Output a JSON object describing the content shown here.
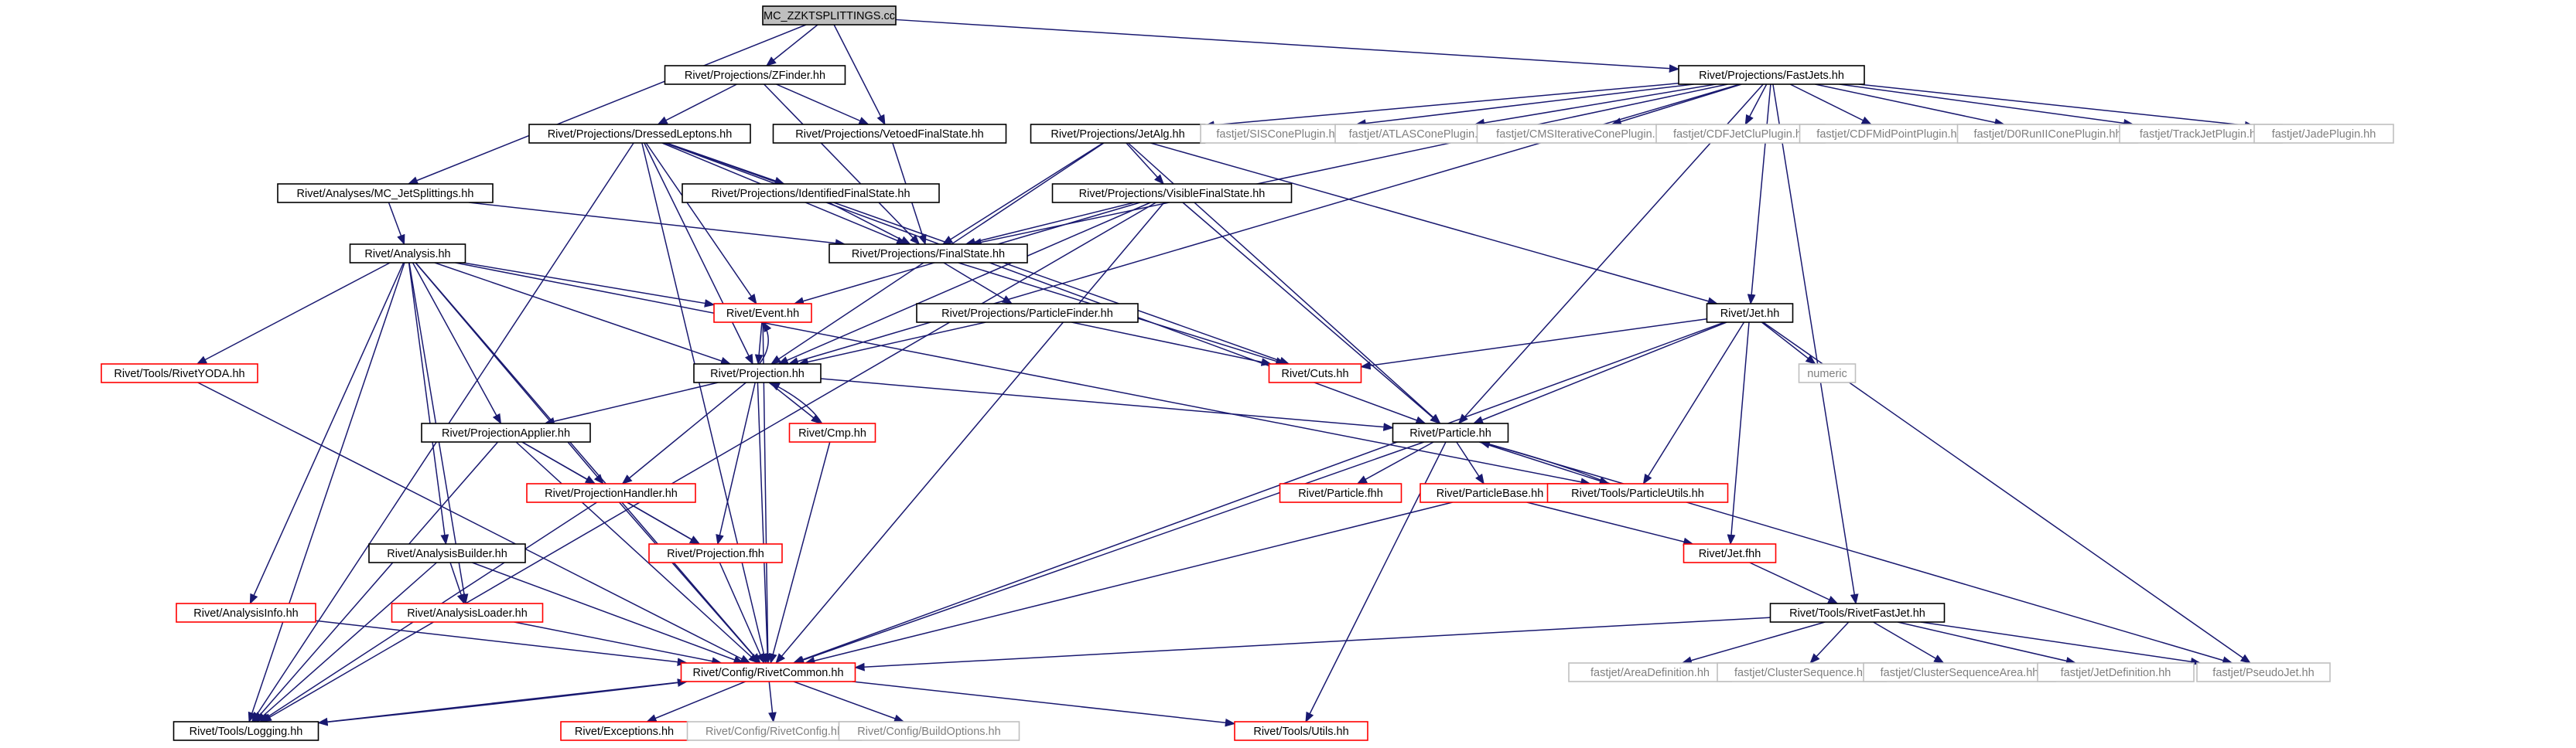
{
  "colors": {
    "edge": "#191970",
    "node_border": "#000000",
    "missing_border": "#bfbfbf",
    "red_border": "#ff0000",
    "root_fill": "#bfbfbf",
    "text": "#000000",
    "missing_text": "#7f7f7f"
  },
  "nodes": [
    {
      "id": "root",
      "label": "MC_ZZKTSPLITTINGS.cc",
      "kind": "root"
    },
    {
      "id": "zfinder",
      "label": "Rivet/Projections/ZFinder.hh",
      "kind": "normal"
    },
    {
      "id": "fastjets",
      "label": "Rivet/Projections/FastJets.hh",
      "kind": "normal"
    },
    {
      "id": "dressed",
      "label": "Rivet/Projections/DressedLeptons.hh",
      "kind": "normal"
    },
    {
      "id": "vetoed",
      "label": "Rivet/Projections/VetoedFinalState.hh",
      "kind": "normal"
    },
    {
      "id": "jetalg",
      "label": "Rivet/Projections/JetAlg.hh",
      "kind": "normal"
    },
    {
      "id": "siscone",
      "label": "fastjet/SISConePlugin.hh",
      "kind": "missing"
    },
    {
      "id": "atlascone",
      "label": "fastjet/ATLASConePlugin.hh",
      "kind": "missing"
    },
    {
      "id": "cmsiter",
      "label": "fastjet/CMSIterativeConePlugin.hh",
      "kind": "missing"
    },
    {
      "id": "cdfjetclu",
      "label": "fastjet/CDFJetCluPlugin.hh",
      "kind": "missing"
    },
    {
      "id": "cdfmid",
      "label": "fastjet/CDFMidPointPlugin.hh",
      "kind": "missing"
    },
    {
      "id": "d0run",
      "label": "fastjet/D0RunIIConePlugin.hh",
      "kind": "missing"
    },
    {
      "id": "trackjet",
      "label": "fastjet/TrackJetPlugin.hh",
      "kind": "missing"
    },
    {
      "id": "jade",
      "label": "fastjet/JadePlugin.hh",
      "kind": "missing"
    },
    {
      "id": "mcjets",
      "label": "Rivet/Analyses/MC_JetSplittings.hh",
      "kind": "normal"
    },
    {
      "id": "identified",
      "label": "Rivet/Projections/IdentifiedFinalState.hh",
      "kind": "normal"
    },
    {
      "id": "visible",
      "label": "Rivet/Projections/VisibleFinalState.hh",
      "kind": "normal"
    },
    {
      "id": "analysis",
      "label": "Rivet/Analysis.hh",
      "kind": "normal"
    },
    {
      "id": "finalstate",
      "label": "Rivet/Projections/FinalState.hh",
      "kind": "normal"
    },
    {
      "id": "event",
      "label": "Rivet/Event.hh",
      "kind": "red"
    },
    {
      "id": "pfinder",
      "label": "Rivet/Projections/ParticleFinder.hh",
      "kind": "normal"
    },
    {
      "id": "jet",
      "label": "Rivet/Jet.hh",
      "kind": "normal"
    },
    {
      "id": "yoda",
      "label": "Rivet/Tools/RivetYODA.hh",
      "kind": "red"
    },
    {
      "id": "projection",
      "label": "Rivet/Projection.hh",
      "kind": "normal"
    },
    {
      "id": "cuts",
      "label": "Rivet/Cuts.hh",
      "kind": "red"
    },
    {
      "id": "numeric",
      "label": "numeric",
      "kind": "missing"
    },
    {
      "id": "papplier",
      "label": "Rivet/ProjectionApplier.hh",
      "kind": "normal"
    },
    {
      "id": "cmp",
      "label": "Rivet/Cmp.hh",
      "kind": "red"
    },
    {
      "id": "particle",
      "label": "Rivet/Particle.hh",
      "kind": "normal"
    },
    {
      "id": "phandler",
      "label": "Rivet/ProjectionHandler.hh",
      "kind": "red"
    },
    {
      "id": "particlefhh",
      "label": "Rivet/Particle.fhh",
      "kind": "red"
    },
    {
      "id": "particlebase",
      "label": "Rivet/ParticleBase.hh",
      "kind": "red"
    },
    {
      "id": "putils",
      "label": "Rivet/Tools/ParticleUtils.hh",
      "kind": "red"
    },
    {
      "id": "abuilder",
      "label": "Rivet/AnalysisBuilder.hh",
      "kind": "normal"
    },
    {
      "id": "projfhh",
      "label": "Rivet/Projection.fhh",
      "kind": "red"
    },
    {
      "id": "jetfhh",
      "label": "Rivet/Jet.fhh",
      "kind": "red"
    },
    {
      "id": "ainfo",
      "label": "Rivet/AnalysisInfo.hh",
      "kind": "red"
    },
    {
      "id": "aloader",
      "label": "Rivet/AnalysisLoader.hh",
      "kind": "red"
    },
    {
      "id": "rfastjet",
      "label": "Rivet/Tools/RivetFastJet.hh",
      "kind": "normal"
    },
    {
      "id": "common",
      "label": "Rivet/Config/RivetCommon.hh",
      "kind": "red"
    },
    {
      "id": "areadef",
      "label": "fastjet/AreaDefinition.hh",
      "kind": "missing"
    },
    {
      "id": "clseq",
      "label": "fastjet/ClusterSequence.hh",
      "kind": "missing"
    },
    {
      "id": "clseqarea",
      "label": "fastjet/ClusterSequenceArea.hh",
      "kind": "missing"
    },
    {
      "id": "jetdef",
      "label": "fastjet/JetDefinition.hh",
      "kind": "missing"
    },
    {
      "id": "pseudojet",
      "label": "fastjet/PseudoJet.hh",
      "kind": "missing"
    },
    {
      "id": "logging",
      "label": "Rivet/Tools/Logging.hh",
      "kind": "normal"
    },
    {
      "id": "exceptions",
      "label": "Rivet/Exceptions.hh",
      "kind": "red"
    },
    {
      "id": "rconfig",
      "label": "Rivet/Config/RivetConfig.hh",
      "kind": "missing"
    },
    {
      "id": "buildopts",
      "label": "Rivet/Config/BuildOptions.hh",
      "kind": "missing"
    },
    {
      "id": "utils",
      "label": "Rivet/Tools/Utils.hh",
      "kind": "red"
    }
  ],
  "edges": [
    [
      "root",
      "zfinder"
    ],
    [
      "root",
      "fastjets"
    ],
    [
      "root",
      "vetoed"
    ],
    [
      "root",
      "mcjets"
    ],
    [
      "zfinder",
      "dressed"
    ],
    [
      "zfinder",
      "vetoed"
    ],
    [
      "zfinder",
      "finalstate"
    ],
    [
      "fastjets",
      "jetalg"
    ],
    [
      "fastjets",
      "siscone"
    ],
    [
      "fastjets",
      "atlascone"
    ],
    [
      "fastjets",
      "cmsiter"
    ],
    [
      "fastjets",
      "cdfjetclu"
    ],
    [
      "fastjets",
      "cdfmid"
    ],
    [
      "fastjets",
      "d0run"
    ],
    [
      "fastjets",
      "trackjet"
    ],
    [
      "fastjets",
      "jade"
    ],
    [
      "fastjets",
      "finalstate"
    ],
    [
      "fastjets",
      "projection"
    ],
    [
      "fastjets",
      "jet"
    ],
    [
      "fastjets",
      "particle"
    ],
    [
      "fastjets",
      "rfastjet"
    ],
    [
      "dressed",
      "identified"
    ],
    [
      "dressed",
      "finalstate"
    ],
    [
      "dressed",
      "event"
    ],
    [
      "dressed",
      "projection"
    ],
    [
      "dressed",
      "particle"
    ],
    [
      "dressed",
      "cuts"
    ],
    [
      "dressed",
      "common"
    ],
    [
      "dressed",
      "logging"
    ],
    [
      "vetoed",
      "finalstate"
    ],
    [
      "jetalg",
      "visible"
    ],
    [
      "jetalg",
      "finalstate"
    ],
    [
      "jetalg",
      "jet"
    ],
    [
      "jetalg",
      "projection"
    ],
    [
      "jetalg",
      "particle"
    ],
    [
      "mcjets",
      "analysis"
    ],
    [
      "mcjets",
      "finalstate"
    ],
    [
      "identified",
      "finalstate"
    ],
    [
      "visible",
      "finalstate"
    ],
    [
      "visible",
      "event"
    ],
    [
      "visible",
      "projection"
    ],
    [
      "visible",
      "particle"
    ],
    [
      "visible",
      "common"
    ],
    [
      "visible",
      "logging"
    ],
    [
      "analysis",
      "event"
    ],
    [
      "analysis",
      "projection"
    ],
    [
      "analysis",
      "yoda"
    ],
    [
      "analysis",
      "papplier"
    ],
    [
      "analysis",
      "phandler"
    ],
    [
      "analysis",
      "abuilder"
    ],
    [
      "analysis",
      "ainfo"
    ],
    [
      "analysis",
      "aloader"
    ],
    [
      "analysis",
      "common"
    ],
    [
      "analysis",
      "logging"
    ],
    [
      "analysis",
      "putils"
    ],
    [
      "finalstate",
      "pfinder"
    ],
    [
      "finalstate",
      "cuts"
    ],
    [
      "pfinder",
      "projection"
    ],
    [
      "pfinder",
      "cuts"
    ],
    [
      "event",
      "projection"
    ],
    [
      "event",
      "common"
    ],
    [
      "projection",
      "event"
    ],
    [
      "projection",
      "papplier"
    ],
    [
      "projection",
      "cmp"
    ],
    [
      "projection",
      "phandler"
    ],
    [
      "projection",
      "projfhh"
    ],
    [
      "projection",
      "particle"
    ],
    [
      "projection",
      "common"
    ],
    [
      "cmp",
      "projection"
    ],
    [
      "cmp",
      "common"
    ],
    [
      "jet",
      "cuts"
    ],
    [
      "jet",
      "numeric"
    ],
    [
      "jet",
      "particle"
    ],
    [
      "jet",
      "putils"
    ],
    [
      "jet",
      "jetfhh"
    ],
    [
      "jet",
      "pseudojet"
    ],
    [
      "jet",
      "common"
    ],
    [
      "papplier",
      "phandler"
    ],
    [
      "papplier",
      "projfhh"
    ],
    [
      "papplier",
      "common"
    ],
    [
      "papplier",
      "logging"
    ],
    [
      "particle",
      "particlefhh"
    ],
    [
      "particle",
      "particlebase"
    ],
    [
      "particle",
      "putils"
    ],
    [
      "particle",
      "pseudojet"
    ],
    [
      "particle",
      "common"
    ],
    [
      "particle",
      "utils"
    ],
    [
      "putils",
      "particle"
    ],
    [
      "particlebase",
      "jetfhh"
    ],
    [
      "particlebase",
      "common"
    ],
    [
      "phandler",
      "projfhh"
    ],
    [
      "phandler",
      "common"
    ],
    [
      "phandler",
      "logging"
    ],
    [
      "abuilder",
      "aloader"
    ],
    [
      "abuilder",
      "common"
    ],
    [
      "abuilder",
      "logging"
    ],
    [
      "projfhh",
      "common"
    ],
    [
      "jetfhh",
      "rfastjet"
    ],
    [
      "ainfo",
      "common"
    ],
    [
      "aloader",
      "common"
    ],
    [
      "yoda",
      "common"
    ],
    [
      "rfastjet",
      "areadef"
    ],
    [
      "rfastjet",
      "clseq"
    ],
    [
      "rfastjet",
      "clseqarea"
    ],
    [
      "rfastjet",
      "jetdef"
    ],
    [
      "rfastjet",
      "pseudojet"
    ],
    [
      "rfastjet",
      "common"
    ],
    [
      "common",
      "exceptions"
    ],
    [
      "common",
      "rconfig"
    ],
    [
      "common",
      "buildopts"
    ],
    [
      "common",
      "utils"
    ],
    [
      "common",
      "logging"
    ],
    [
      "logging",
      "common"
    ]
  ]
}
